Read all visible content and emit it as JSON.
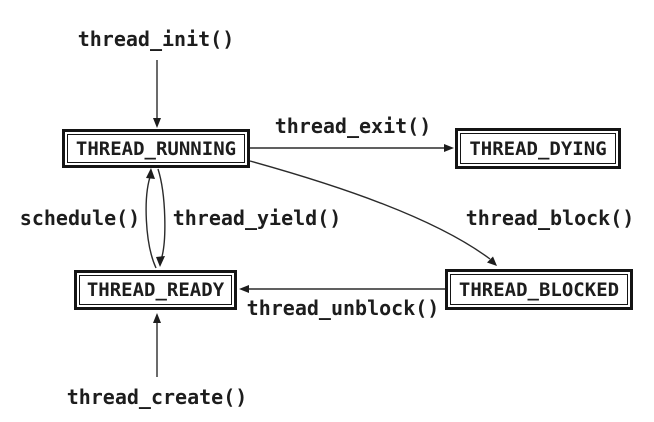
{
  "diagram": {
    "type": "state-transition-diagram",
    "background_color": "#ffffff",
    "line_color": "#2b2b2b",
    "text_color": "#1d1d1d",
    "states": [
      {
        "id": "running",
        "label": "THREAD_RUNNING"
      },
      {
        "id": "dying",
        "label": "THREAD_DYING"
      },
      {
        "id": "ready",
        "label": "THREAD_READY"
      },
      {
        "id": "blocked",
        "label": "THREAD_BLOCKED"
      }
    ],
    "transitions": [
      {
        "id": "init",
        "label": "thread_init()",
        "from": "start",
        "to": "THREAD_RUNNING"
      },
      {
        "id": "exit",
        "label": "thread_exit()",
        "from": "THREAD_RUNNING",
        "to": "THREAD_DYING"
      },
      {
        "id": "schedule",
        "label": "schedule()",
        "from": "THREAD_READY",
        "to": "THREAD_RUNNING"
      },
      {
        "id": "yield",
        "label": "thread_yield()",
        "from": "THREAD_RUNNING",
        "to": "THREAD_READY"
      },
      {
        "id": "block",
        "label": "thread_block()",
        "from": "THREAD_RUNNING",
        "to": "THREAD_BLOCKED"
      },
      {
        "id": "unblock",
        "label": "thread_unblock()",
        "from": "THREAD_BLOCKED",
        "to": "THREAD_READY"
      },
      {
        "id": "create",
        "label": "thread_create()",
        "from": "start",
        "to": "THREAD_READY"
      }
    ]
  }
}
